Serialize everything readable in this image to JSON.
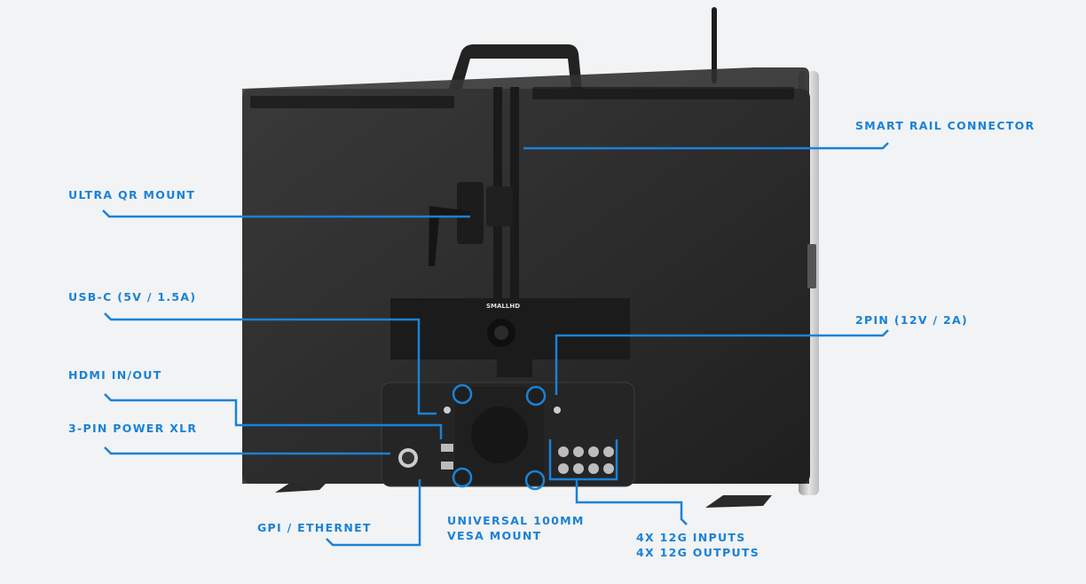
{
  "brand": "SMALLHD",
  "accent_color": "#1a82d6",
  "callouts": {
    "smart_rail": "SMART RAIL CONNECTOR",
    "ultra_qr": "ULTRA QR MOUNT",
    "usb_c": "USB-C (5V / 1.5A)",
    "hdmi": "HDMI IN/OUT",
    "xlr": "3-PIN POWER XLR",
    "gpi": "GPI / ETHERNET",
    "vesa_line1": "UNIVERSAL 100MM",
    "vesa_line2": "VESA MOUNT",
    "two_pin": "2PIN (12V / 2A)",
    "sdi_line1": "4X 12G INPUTS",
    "sdi_line2": "4X 12G OUTPUTS"
  }
}
